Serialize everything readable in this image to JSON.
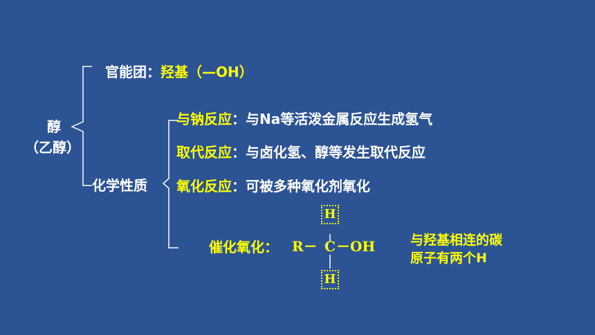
{
  "root": {
    "line1": "醇",
    "line2": "（乙醇）"
  },
  "functional_group": {
    "label": "官能团：",
    "value": "羟基（—OH）"
  },
  "properties_label": "化学性质",
  "reactions": [
    {
      "name": "与钠反应",
      "desc": "：与Na等活泼金属反应生成氢气"
    },
    {
      "name": "取代反应",
      "desc": "：与卤化氢、醇等发生取代反应"
    },
    {
      "name": "氧化反应",
      "desc": "：可被多种氧化剂氧化"
    }
  ],
  "catalytic_oxidation": {
    "label": "催化氧化：",
    "formula_left": "R－",
    "center_atom": "C",
    "formula_right": "－OH",
    "top_atom": "H",
    "bottom_atom": "H"
  },
  "note": {
    "line1": "与羟基相连的碳",
    "line2": "原子有两个H"
  },
  "colors": {
    "background": "#2c5393",
    "text": "#ffffff",
    "highlight": "#ffff00"
  }
}
